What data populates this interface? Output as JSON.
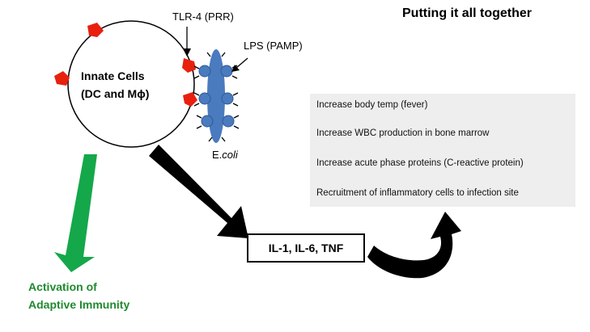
{
  "title": "Putting it all together",
  "cell": {
    "line1": "Innate Cells",
    "line2": "(DC and  Mϕ)"
  },
  "labels": {
    "tlr4": "TLR-4 (PRR)",
    "lps": "LPS (PAMP)",
    "ecoli_prefix": "E.",
    "ecoli_italic": "coli"
  },
  "cytokines": "IL-1, IL-6, TNF",
  "effects": [
    "Increase body temp (fever)",
    "Increase WBC production in bone marrow",
    "Increase acute phase proteins (C-reactive protein)",
    "Recruitment of inflammatory cells to infection site"
  ],
  "adaptive": {
    "line1": "Activation of",
    "line2": "Adaptive Immunity"
  },
  "colors": {
    "receptor": "#e8200e",
    "bacteria": "#4a7bbf",
    "green_arrow": "#14a84a",
    "adaptive_text": "#1f8a2e",
    "black_arrow": "#000000"
  }
}
